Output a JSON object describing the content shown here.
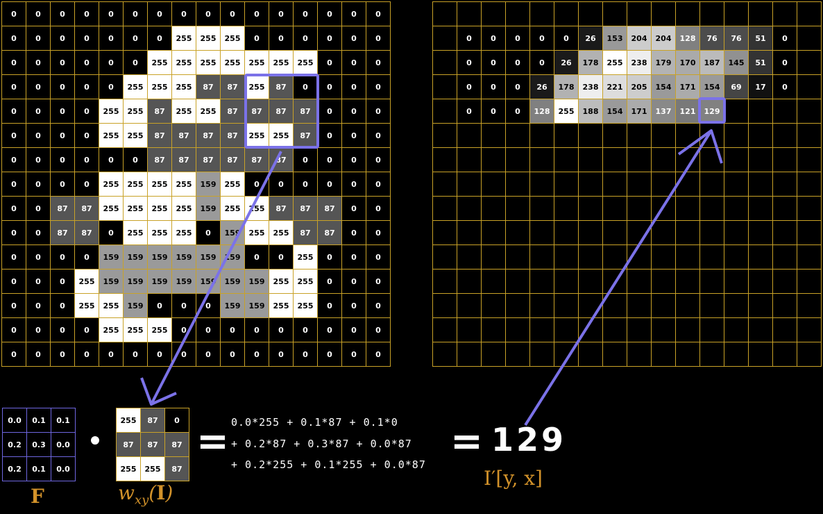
{
  "input_image": {
    "rows": [
      [
        "0",
        "0",
        "0",
        "0",
        "0",
        "0",
        "0",
        "0",
        "0",
        "0",
        "0",
        "0",
        "0",
        "0",
        "0",
        "0"
      ],
      [
        "0",
        "0",
        "0",
        "0",
        "0",
        "0",
        "0",
        "255",
        "255",
        "255",
        "0",
        "0",
        "0",
        "0",
        "0",
        "0"
      ],
      [
        "0",
        "0",
        "0",
        "0",
        "0",
        "0",
        "255",
        "255",
        "255",
        "255",
        "255",
        "255",
        "255",
        "0",
        "0",
        "0"
      ],
      [
        "0",
        "0",
        "0",
        "0",
        "0",
        "255",
        "255",
        "255",
        "87",
        "87",
        "255",
        "87",
        "0",
        "0",
        "0",
        "0"
      ],
      [
        "0",
        "0",
        "0",
        "0",
        "255",
        "255",
        "87",
        "255",
        "255",
        "87",
        "87",
        "87",
        "87",
        "0",
        "0",
        "0"
      ],
      [
        "0",
        "0",
        "0",
        "0",
        "255",
        "255",
        "87",
        "87",
        "87",
        "87",
        "255",
        "255",
        "87",
        "0",
        "0",
        "0"
      ],
      [
        "0",
        "0",
        "0",
        "0",
        "0",
        "0",
        "87",
        "87",
        "87",
        "87",
        "87",
        "87",
        "0",
        "0",
        "0",
        "0"
      ],
      [
        "0",
        "0",
        "0",
        "0",
        "255",
        "255",
        "255",
        "255",
        "159",
        "255",
        "0",
        "0",
        "0",
        "0",
        "0",
        "0"
      ],
      [
        "0",
        "0",
        "87",
        "87",
        "255",
        "255",
        "255",
        "255",
        "159",
        "255",
        "255",
        "87",
        "87",
        "87",
        "0",
        "0"
      ],
      [
        "0",
        "0",
        "87",
        "87",
        "0",
        "255",
        "255",
        "255",
        "0",
        "159",
        "255",
        "255",
        "87",
        "87",
        "0",
        "0"
      ],
      [
        "0",
        "0",
        "0",
        "0",
        "159",
        "159",
        "159",
        "159",
        "159",
        "159",
        "0",
        "0",
        "255",
        "0",
        "0",
        "0"
      ],
      [
        "0",
        "0",
        "0",
        "255",
        "159",
        "159",
        "159",
        "159",
        "159",
        "159",
        "159",
        "255",
        "255",
        "0",
        "0",
        "0"
      ],
      [
        "0",
        "0",
        "0",
        "255",
        "255",
        "159",
        "0",
        "0",
        "0",
        "159",
        "159",
        "255",
        "255",
        "0",
        "0",
        "0"
      ],
      [
        "0",
        "0",
        "0",
        "0",
        "255",
        "255",
        "255",
        "0",
        "0",
        "0",
        "0",
        "0",
        "0",
        "0",
        "0",
        "0"
      ],
      [
        "0",
        "0",
        "0",
        "0",
        "0",
        "0",
        "0",
        "0",
        "0",
        "0",
        "0",
        "0",
        "0",
        "0",
        "0",
        "0"
      ]
    ]
  },
  "output_image": {
    "rows": [
      [
        "",
        "",
        "",
        "",
        "",
        "",
        "",
        "",
        "",
        "",
        "",
        "",
        "",
        "",
        "",
        ""
      ],
      [
        "",
        "0",
        "0",
        "0",
        "0",
        "0",
        "26",
        "153",
        "204",
        "204",
        "128",
        "76",
        "76",
        "51",
        "0",
        ""
      ],
      [
        "",
        "0",
        "0",
        "0",
        "0",
        "26",
        "178",
        "255",
        "238",
        "179",
        "170",
        "187",
        "145",
        "51",
        "0",
        ""
      ],
      [
        "",
        "0",
        "0",
        "0",
        "26",
        "178",
        "238",
        "221",
        "205",
        "154",
        "171",
        "154",
        "69",
        "17",
        "0",
        ""
      ],
      [
        "",
        "0",
        "0",
        "0",
        "128",
        "255",
        "188",
        "154",
        "171",
        "137",
        "121",
        "129",
        "",
        "",
        "",
        ""
      ],
      [
        "",
        "",
        "",
        "",
        "",
        "",
        "",
        "",
        "",
        "",
        "",
        "",
        "",
        "",
        "",
        ""
      ],
      [
        "",
        "",
        "",
        "",
        "",
        "",
        "",
        "",
        "",
        "",
        "",
        "",
        "",
        "",
        "",
        ""
      ],
      [
        "",
        "",
        "",
        "",
        "",
        "",
        "",
        "",
        "",
        "",
        "",
        "",
        "",
        "",
        "",
        ""
      ],
      [
        "",
        "",
        "",
        "",
        "",
        "",
        "",
        "",
        "",
        "",
        "",
        "",
        "",
        "",
        "",
        ""
      ],
      [
        "",
        "",
        "",
        "",
        "",
        "",
        "",
        "",
        "",
        "",
        "",
        "",
        "",
        "",
        "",
        ""
      ],
      [
        "",
        "",
        "",
        "",
        "",
        "",
        "",
        "",
        "",
        "",
        "",
        "",
        "",
        "",
        "",
        ""
      ],
      [
        "",
        "",
        "",
        "",
        "",
        "",
        "",
        "",
        "",
        "",
        "",
        "",
        "",
        "",
        "",
        ""
      ],
      [
        "",
        "",
        "",
        "",
        "",
        "",
        "",
        "",
        "",
        "",
        "",
        "",
        "",
        "",
        "",
        ""
      ],
      [
        "",
        "",
        "",
        "",
        "",
        "",
        "",
        "",
        "",
        "",
        "",
        "",
        "",
        "",
        "",
        ""
      ],
      [
        "",
        "",
        "",
        "",
        "",
        "",
        "",
        "",
        "",
        "",
        "",
        "",
        "",
        "",
        "",
        ""
      ]
    ]
  },
  "filter": {
    "rows": [
      [
        "0.0",
        "0.1",
        "0.1"
      ],
      [
        "0.2",
        "0.3",
        "0.0"
      ],
      [
        "0.2",
        "0.1",
        "0.0"
      ]
    ],
    "label": "F"
  },
  "window": {
    "rows": [
      [
        "255",
        "87",
        "0"
      ],
      [
        "87",
        "87",
        "87"
      ],
      [
        "255",
        "255",
        "87"
      ]
    ],
    "label": "w_xy(I)"
  },
  "equation": {
    "line1": "0.0*255 + 0.1*87 + 0.1*0",
    "line2": "+ 0.2*87 + 0.3*87 + 0.0*87",
    "line3": "+ 0.2*255 + 0.1*255 + 0.0*87",
    "result": "129",
    "result_label": "I′[y, x]"
  },
  "colors": {
    "grid_line": "#c9a227",
    "highlight": "#7b72e8",
    "label": "#d2922a"
  }
}
